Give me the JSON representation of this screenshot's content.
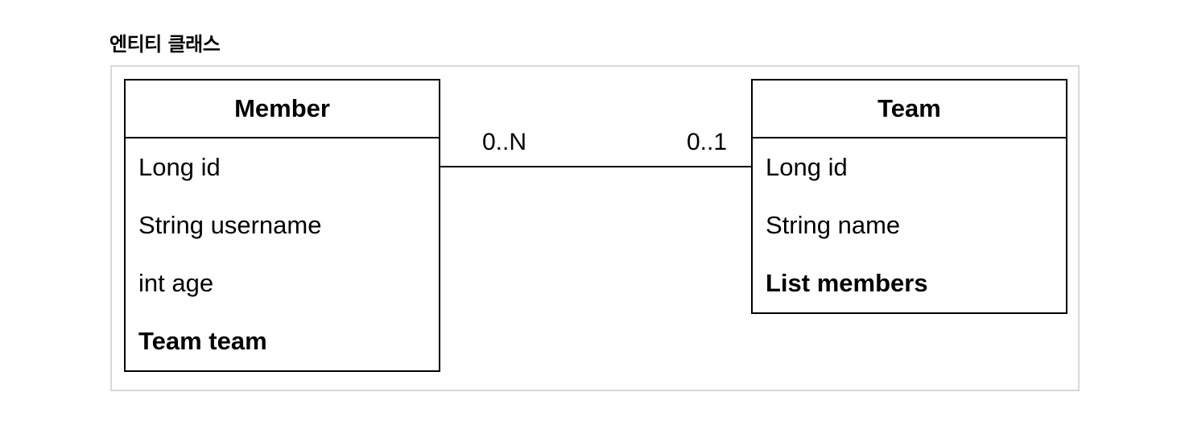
{
  "heading": "엔티티 클래스",
  "diagram": {
    "member": {
      "name": "Member",
      "attributes": [
        {
          "text": "Long id",
          "bold": false
        },
        {
          "text": "String username",
          "bold": false
        },
        {
          "text": "int age",
          "bold": false
        },
        {
          "text": "Team team",
          "bold": true
        }
      ]
    },
    "team": {
      "name": "Team",
      "attributes": [
        {
          "text": "Long id",
          "bold": false
        },
        {
          "text": "String name",
          "bold": false
        },
        {
          "text": "List members",
          "bold": true
        }
      ]
    },
    "relation": {
      "member_multiplicity": "0..N",
      "team_multiplicity": "0..1"
    }
  }
}
